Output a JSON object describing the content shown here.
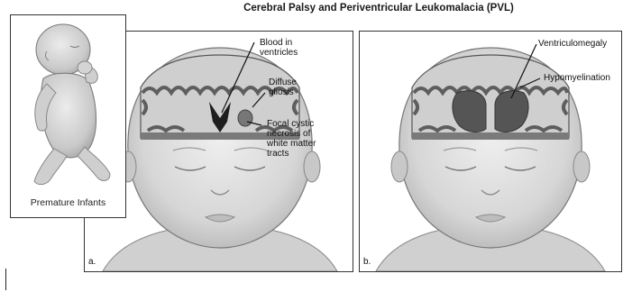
{
  "figure": {
    "title": "Cerebral Palsy and Periventricular Leukomalacia (PVL)"
  },
  "inset": {
    "label": "Premature Infants"
  },
  "panel_a": {
    "letter": "a.",
    "labels": {
      "blood": [
        "Blood in",
        "ventricles"
      ],
      "gliosis": [
        "Diffuse",
        "gliosis"
      ],
      "necrosis": [
        "Focal cystic",
        "necrosis of",
        "white matter",
        "tracts"
      ]
    }
  },
  "panel_b": {
    "letter": "b.",
    "labels": {
      "ventriculomegaly": "Ventriculomegaly",
      "hypomyelination": "Hypomyelination"
    }
  },
  "colors": {
    "skin": "#d9d9d9",
    "skin_shadow": "#a9a9a9",
    "cortex": "#6e6e6e",
    "white_matter": "#cfcfcf",
    "ventricle_dilated": "#555555"
  }
}
